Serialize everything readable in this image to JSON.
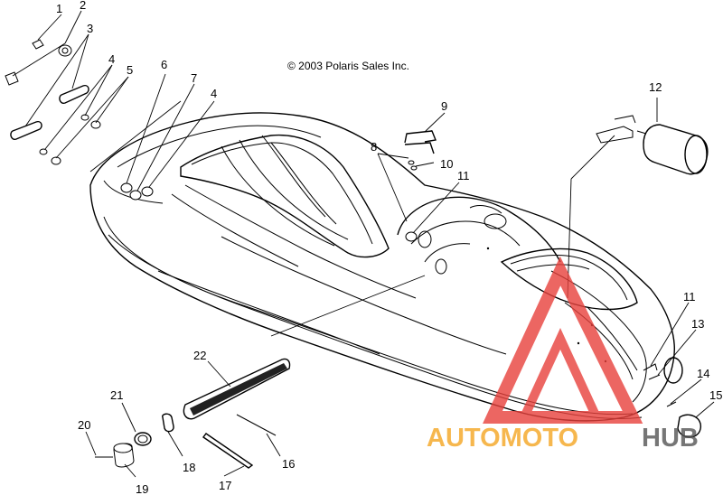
{
  "copyright": "© 2003 Polaris Sales Inc.",
  "watermark": {
    "part1": "AUTOMOTO",
    "part2": "HUB",
    "colors": {
      "orange": "#f5a623",
      "dark": "#555555",
      "red": "#e8413c"
    }
  },
  "callouts": [
    "1",
    "2",
    "3",
    "4",
    "5",
    "6",
    "7",
    "4",
    "8",
    "9",
    "10",
    "11",
    "12",
    "11",
    "13",
    "14",
    "15",
    "16",
    "17",
    "18",
    "19",
    "20",
    "21",
    "22"
  ]
}
